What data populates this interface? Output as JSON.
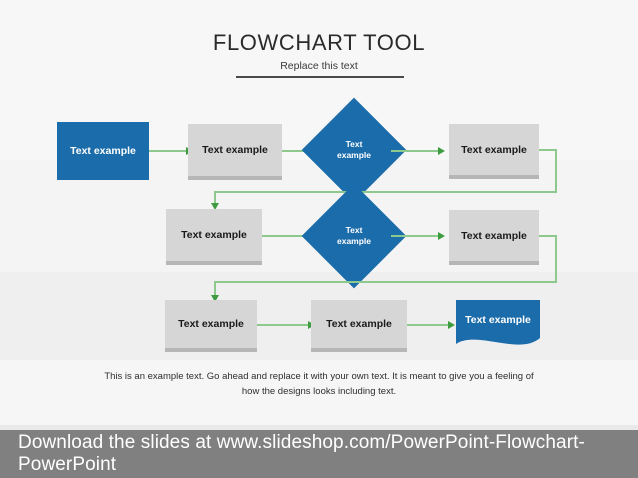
{
  "header": {
    "title": "FLOWCHART TOOL",
    "subtitle": "Replace this text"
  },
  "flow": {
    "row1": {
      "box1": "Text example",
      "box2": "Text example",
      "diamond": "Text\nexample",
      "box3": "Text example"
    },
    "row2": {
      "box1": "Text example",
      "diamond": "Text\nexample",
      "box2": "Text example"
    },
    "row3": {
      "box1": "Text example",
      "box2": "Text example",
      "box3": "Text example"
    }
  },
  "caption": "This is an example text. Go ahead and replace it with your own text. It is meant to give you a feeling of how the designs looks including text.",
  "footer": {
    "text": "Download the slides at www.slideshop.com/PowerPoint-Flowchart-PowerPoint"
  },
  "colors": {
    "accent_blue": "#1b6cab",
    "shape_gray": "#d6d6d6",
    "connector_green": "#8dc98d",
    "arrowhead_green": "#3f9b3f",
    "footer_gray": "#808080"
  }
}
